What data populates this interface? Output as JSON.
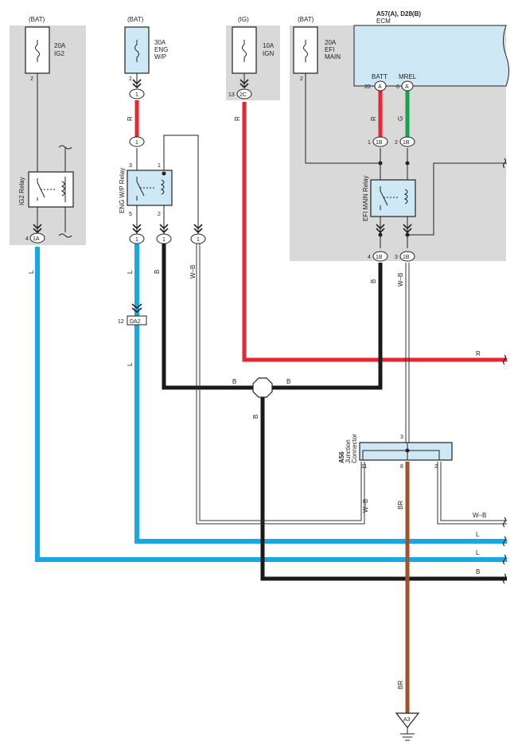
{
  "colors": {
    "blue": "#1aa7e6",
    "red": "#e82630",
    "green": "#16a34a",
    "black": "#1a1a1a",
    "brown": "#a0522d",
    "white": "#ffffff",
    "panel": "#d9d9d9",
    "component": "#cfe8f5"
  },
  "power_labels": {
    "ig2": "(BAT)",
    "engwp": "(BAT)",
    "ign": "(IG)",
    "efimain": "(BAT)"
  },
  "fuses": {
    "ig2": [
      "20A",
      "IG2"
    ],
    "engwp": [
      "30A",
      "ENG",
      "W/P"
    ],
    "ign": [
      "10A",
      "IGN"
    ],
    "efimain": [
      "20A",
      "EFI",
      "MAIN"
    ]
  },
  "ecm": {
    "ref": "A57(A), D28(B)",
    "name": "ECM",
    "pin_batt": "BATT",
    "pin_mrel": "MREL"
  },
  "relays": {
    "ig2": "IG2 Relay",
    "engwp": "ENG W/P Relay",
    "efimain": "EFI MAIN Relay"
  },
  "junction": {
    "ref": "A56",
    "name1": "Junction",
    "name2": "Connector"
  },
  "ground": "A3",
  "connector_da2": "DA2",
  "connectors": {
    "c1A": "1A",
    "c1": "1",
    "c2C": "2C",
    "cA": "A",
    "c1B": "1B"
  },
  "pins": {
    "p1": "1",
    "p2": "2",
    "p3": "3",
    "p4": "4",
    "p5": "5",
    "p6": "6",
    "p8": "8",
    "p11": "11",
    "p12": "12",
    "p13": "13",
    "p20": "20"
  },
  "wire_labels": {
    "R": "R",
    "G": "G",
    "B": "B",
    "L": "L",
    "WB": "W–B",
    "BR": "BR"
  }
}
